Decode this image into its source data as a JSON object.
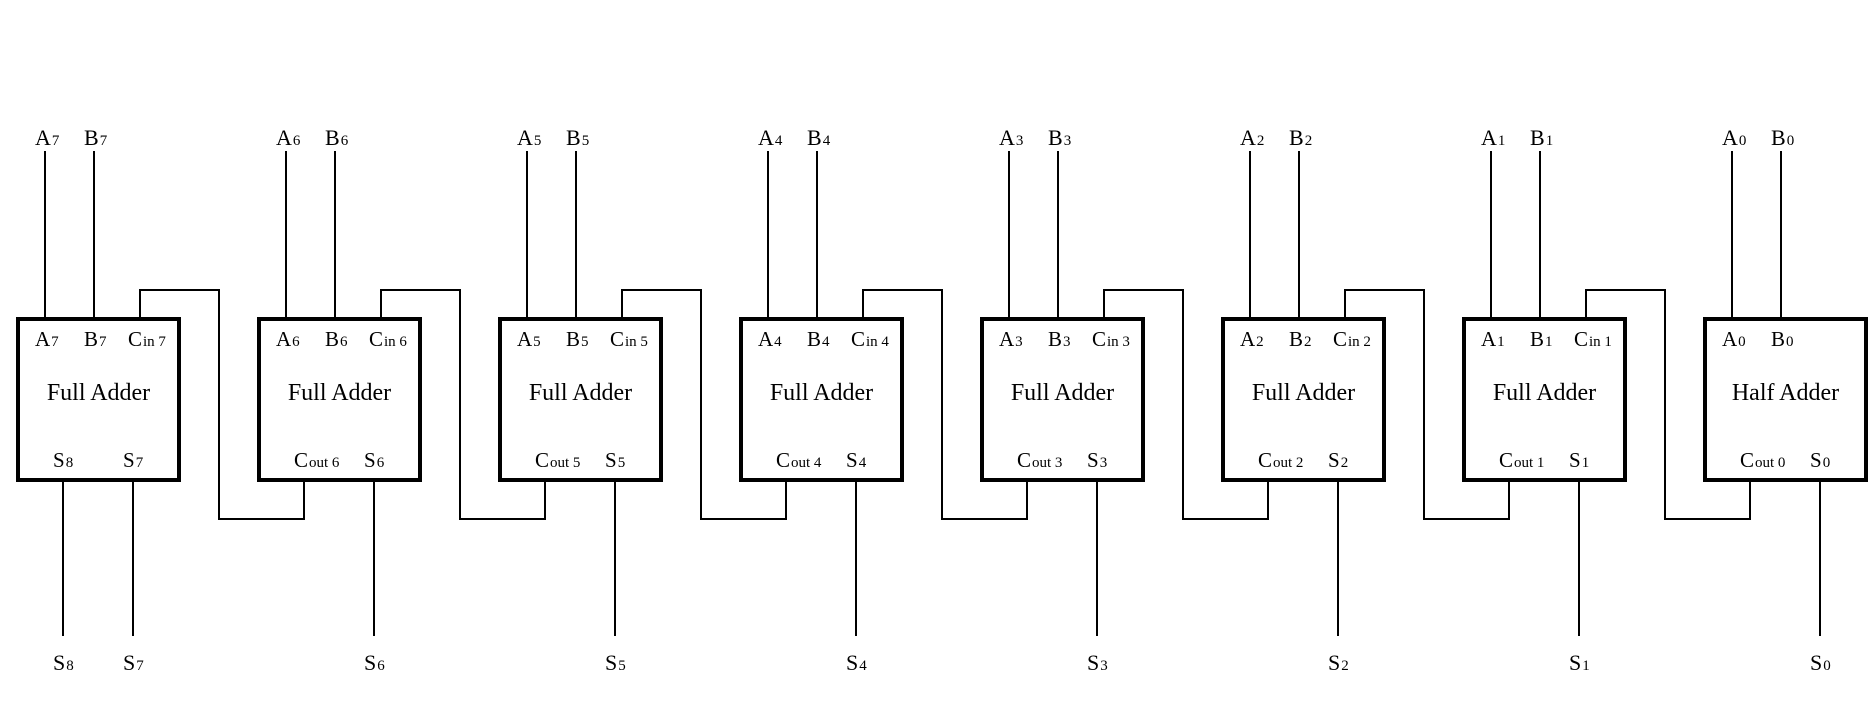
{
  "diagram": {
    "stages": [
      {
        "title": "Full Adder",
        "in_a": "A",
        "in_b": "B",
        "bit": "7",
        "cin": "in 7",
        "out_left": "S",
        "out_left_sub": "8",
        "out_right": "S",
        "out_right_sub": "7"
      },
      {
        "title": "Full Adder",
        "in_a": "A",
        "in_b": "B",
        "bit": "6",
        "cin": "in 6",
        "out_left": "C",
        "out_left_sub": "out 6",
        "out_right": "S",
        "out_right_sub": "6"
      },
      {
        "title": "Full Adder",
        "in_a": "A",
        "in_b": "B",
        "bit": "5",
        "cin": "in 5",
        "out_left": "C",
        "out_left_sub": "out 5",
        "out_right": "S",
        "out_right_sub": "5"
      },
      {
        "title": "Full Adder",
        "in_a": "A",
        "in_b": "B",
        "bit": "4",
        "cin": "in 4",
        "out_left": "C",
        "out_left_sub": "out 4",
        "out_right": "S",
        "out_right_sub": "4"
      },
      {
        "title": "Full Adder",
        "in_a": "A",
        "in_b": "B",
        "bit": "3",
        "cin": "in 3",
        "out_left": "C",
        "out_left_sub": "out 3",
        "out_right": "S",
        "out_right_sub": "3"
      },
      {
        "title": "Full Adder",
        "in_a": "A",
        "in_b": "B",
        "bit": "2",
        "cin": "in 2",
        "out_left": "C",
        "out_left_sub": "out 2",
        "out_right": "S",
        "out_right_sub": "2"
      },
      {
        "title": "Full Adder",
        "in_a": "A",
        "in_b": "B",
        "bit": "1",
        "cin": "in 1",
        "out_left": "C",
        "out_left_sub": "out 1",
        "out_right": "S",
        "out_right_sub": "1"
      },
      {
        "title": "Half Adder",
        "in_a": "A",
        "in_b": "B",
        "bit": "0",
        "cin": null,
        "out_left": "C",
        "out_left_sub": "out 0",
        "out_right": "S",
        "out_right_sub": "0"
      }
    ],
    "cin_letter": "C",
    "sum_outputs": [
      {
        "letter": "S",
        "sub": "8"
      },
      {
        "letter": "S",
        "sub": "7"
      },
      {
        "letter": "S",
        "sub": "6"
      },
      {
        "letter": "S",
        "sub": "5"
      },
      {
        "letter": "S",
        "sub": "4"
      },
      {
        "letter": "S",
        "sub": "3"
      },
      {
        "letter": "S",
        "sub": "2"
      },
      {
        "letter": "S",
        "sub": "1"
      },
      {
        "letter": "S",
        "sub": "0"
      }
    ]
  }
}
